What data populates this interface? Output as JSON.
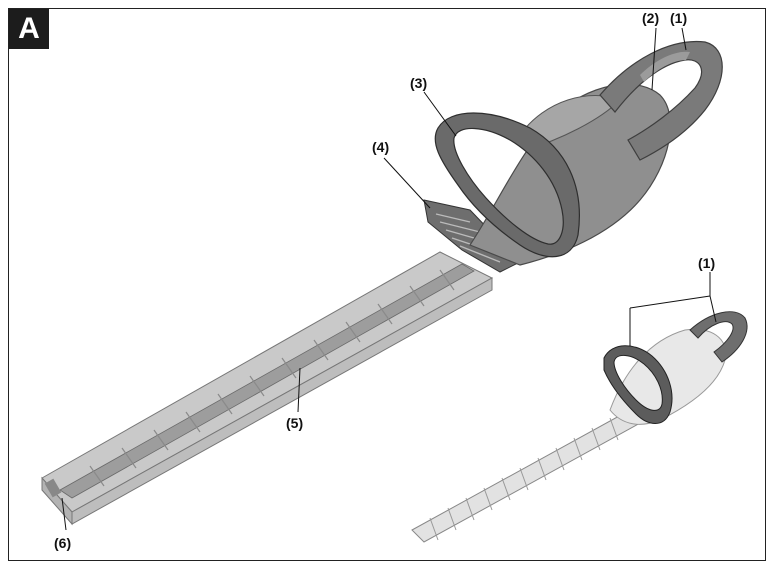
{
  "figure": {
    "letter": "A",
    "callouts": {
      "c1_main": "(1)",
      "c2_main": "(2)",
      "c3": "(3)",
      "c4": "(4)",
      "c5": "(5)",
      "c6": "(6)",
      "c1_inset": "(1)"
    }
  },
  "colors": {
    "body_dark": "#7d7d7d",
    "body_mid": "#9a9a9a",
    "blade": "#c8c8c8",
    "blade_light": "#dedede",
    "inset_body": "#e6e6e6"
  }
}
